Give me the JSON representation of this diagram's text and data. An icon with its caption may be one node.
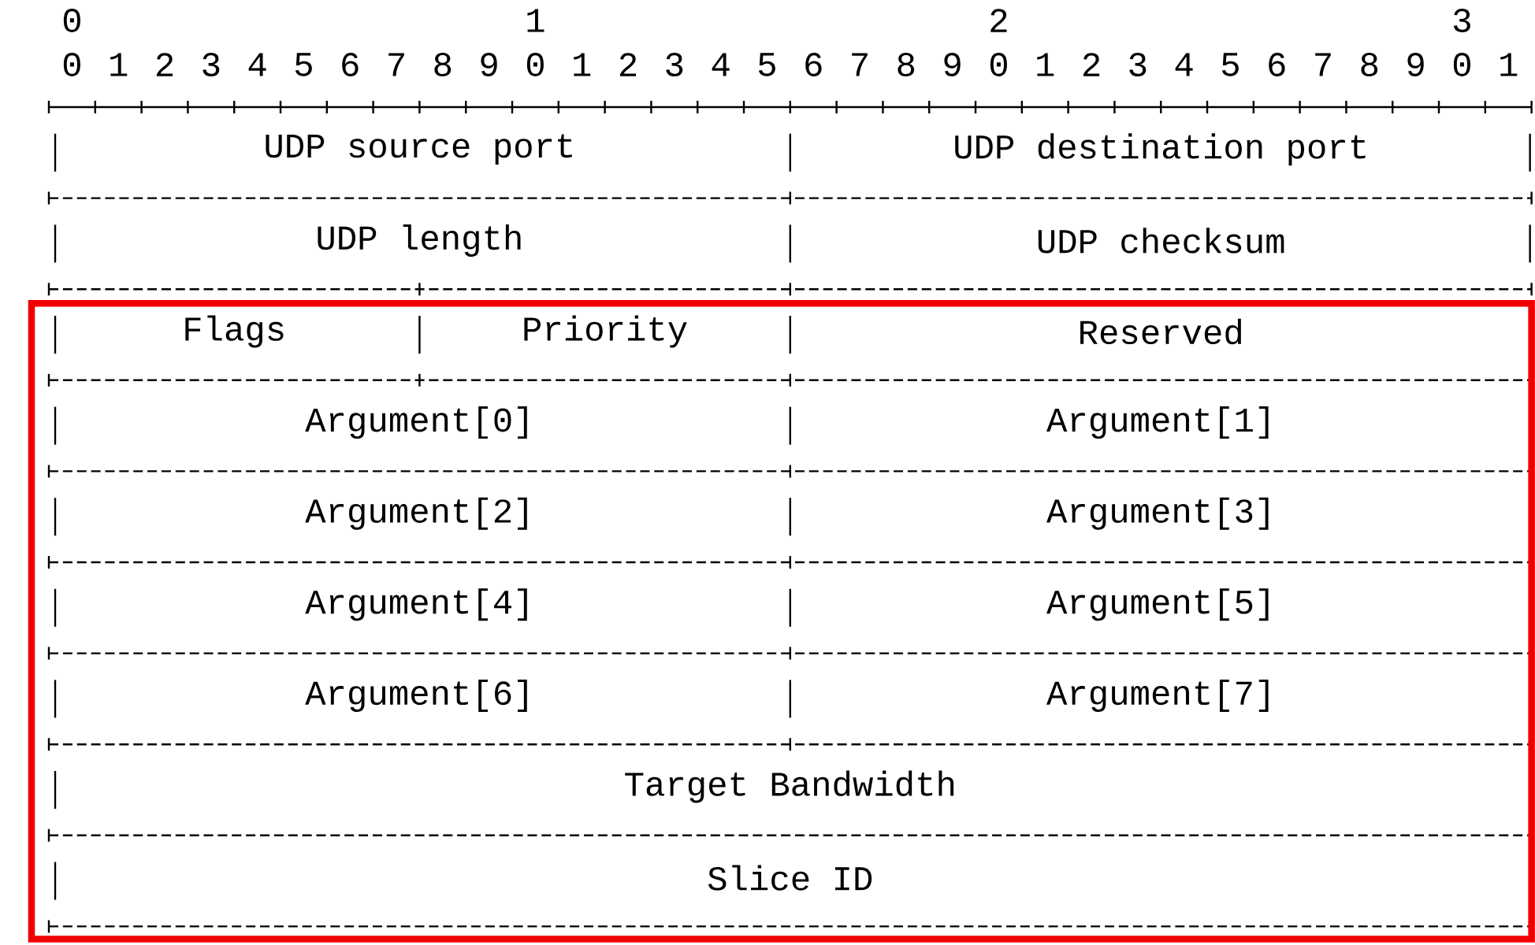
{
  "diagram": {
    "nodes": [
      {
        "text": [
          "UDP source port"
        ]
      },
      {
        "text": [
          "UDP destination port"
        ]
      },
      {
        "text": [
          "UDP length"
        ]
      },
      {
        "text": [
          "UDP checksum"
        ]
      },
      {
        "text": [],
        "shape": "box"
      },
      {
        "text": [
          "Flags"
        ],
        "in": 4
      },
      {
        "text": [
          "Priority"
        ],
        "in": 4
      },
      {
        "text": [
          "Reserved"
        ],
        "in": 4
      },
      {
        "text": [
          "Argument[0]"
        ],
        "in": 4
      },
      {
        "text": [
          "Argument[1]"
        ],
        "in": 4
      },
      {
        "text": [
          "Argument[2]"
        ],
        "in": 4
      },
      {
        "text": [
          "Argument[3]"
        ],
        "in": 4
      },
      {
        "text": [
          "Argument[4]"
        ],
        "in": 4
      },
      {
        "text": [
          "Argument[5]"
        ],
        "in": 4
      },
      {
        "text": [
          "Argument[6]"
        ],
        "in": 4
      },
      {
        "text": [
          "Argument[7]"
        ],
        "in": 4
      },
      {
        "text": [
          "Target Bandwidth"
        ],
        "in": 4
      },
      {
        "text": [
          "Slice ID"
        ],
        "in": 4
      }
    ],
    "labels": [
      "0",
      "1",
      "2",
      "3",
      "0",
      "1",
      "2",
      "3",
      "4",
      "5",
      "6",
      "7",
      "8",
      "9",
      "0",
      "1",
      "2",
      "3",
      "4",
      "5",
      "6",
      "7",
      "8",
      "9",
      "0",
      "1",
      "2",
      "3",
      "4",
      "5",
      "6",
      "7",
      "8",
      "9",
      "0",
      "1"
    ]
  }
}
